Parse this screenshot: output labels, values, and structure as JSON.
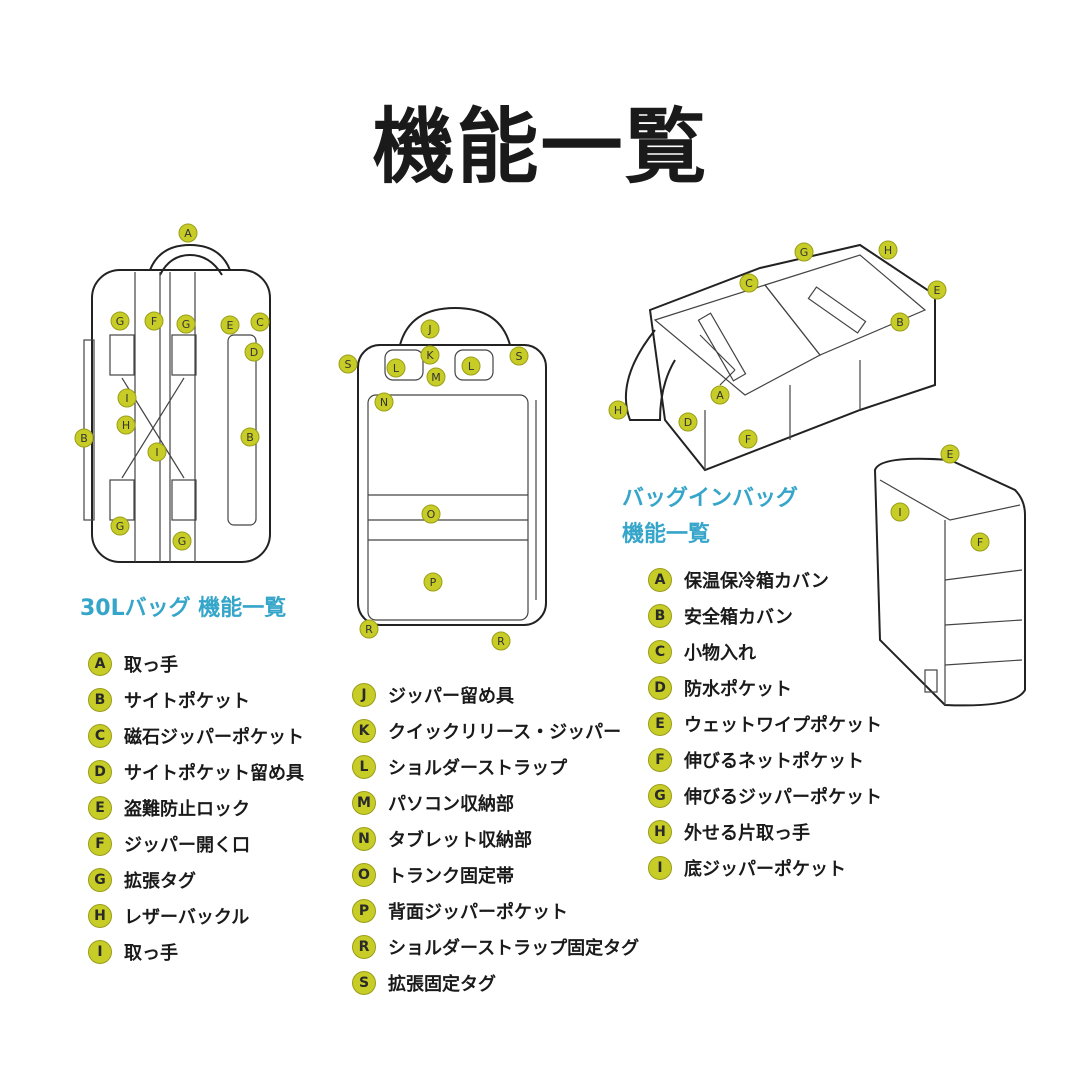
{
  "title": "機能一覧",
  "backpack": {
    "section_title": "30Lバッグ 機能一覧",
    "items": [
      {
        "key": "A",
        "label": "取っ手"
      },
      {
        "key": "B",
        "label": "サイトポケット"
      },
      {
        "key": "C",
        "label": "磁石ジッパーポケット"
      },
      {
        "key": "D",
        "label": "サイトポケット留め具"
      },
      {
        "key": "E",
        "label": "盗難防止ロック"
      },
      {
        "key": "F",
        "label": "ジッパー開く口"
      },
      {
        "key": "G",
        "label": "拡張タグ"
      },
      {
        "key": "H",
        "label": "レザーバックル"
      },
      {
        "key": "I",
        "label": "取っ手"
      }
    ]
  },
  "front": {
    "items": [
      {
        "key": "J",
        "label": "ジッパー留め具"
      },
      {
        "key": "K",
        "label": "クイックリリース・ジッパー"
      },
      {
        "key": "L",
        "label": "ショルダーストラップ"
      },
      {
        "key": "M",
        "label": "パソコン収納部"
      },
      {
        "key": "N",
        "label": "タブレット収納部"
      },
      {
        "key": "O",
        "label": "トランク固定帯"
      },
      {
        "key": "P",
        "label": "背面ジッパーポケット"
      },
      {
        "key": "R",
        "label": "ショルダーストラップ固定タグ"
      },
      {
        "key": "S",
        "label": "拡張固定タグ"
      }
    ]
  },
  "bag_in_bag": {
    "section_title_line1": "バッグインバッグ",
    "section_title_line2": "機能一覧",
    "items": [
      {
        "key": "A",
        "label": "保温保冷箱カバン"
      },
      {
        "key": "B",
        "label": "安全箱カバン"
      },
      {
        "key": "C",
        "label": "小物入れ"
      },
      {
        "key": "D",
        "label": "防水ポケット"
      },
      {
        "key": "E",
        "label": "ウェットワイプポケット"
      },
      {
        "key": "F",
        "label": "伸びるネットポケット"
      },
      {
        "key": "G",
        "label": "伸びるジッパーポケット"
      },
      {
        "key": "H",
        "label": "外せる片取っ手"
      },
      {
        "key": "I",
        "label": "底ジッパーポケット"
      }
    ]
  },
  "colors": {
    "badge": "#c7cd26",
    "accent": "#35a5c9",
    "text": "#1a1a1a"
  }
}
